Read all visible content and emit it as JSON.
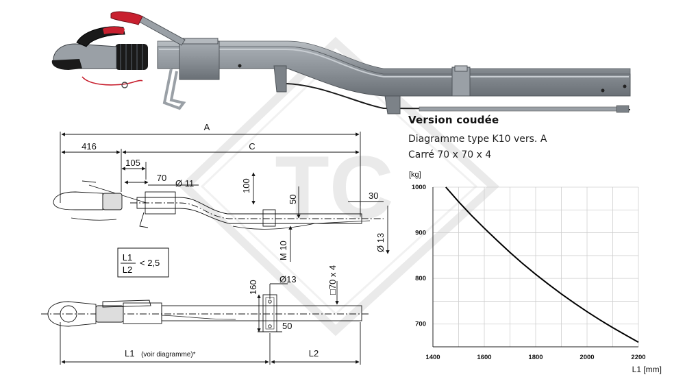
{
  "watermark": {
    "text": "TC",
    "color": "#d9d9d9"
  },
  "product_photo": {
    "colors": {
      "galvanized": "#8a9096",
      "dark": "#3b3f44",
      "handle_red": "#c8202f",
      "cable_red": "#c8202f",
      "black": "#1a1a1a"
    }
  },
  "header": {
    "title": "Version coudée",
    "line1": "Diagramme type K10 vers. A",
    "line2": "Carré 70 x 70 x 4"
  },
  "side_view": {
    "dim_A": "A",
    "dim_416": "416",
    "dim_C": "C",
    "dim_105": "105",
    "dim_70": "70",
    "dim_hole": "Ø 11",
    "dim_100": "100",
    "dim_50": "50",
    "dim_30": "30",
    "dim_m10": "M 10",
    "dim_13": "Ø 13"
  },
  "ratio_box": {
    "numerator": "L1",
    "denominator": "L2",
    "relation": "< 2,5"
  },
  "top_view": {
    "dim_160": "160",
    "dim_13": "Ø13",
    "dim_square": "□70 x 4",
    "dim_50": "50",
    "dim_L1": "L1",
    "dim_L1_note": "(voir diagramme)*",
    "dim_L2": "L2"
  },
  "chart_data": {
    "type": "line",
    "title": "",
    "ylabel": "[kg]",
    "xlabel": "L1 [mm]",
    "xlim": [
      1400,
      2200
    ],
    "ylim": [
      650,
      1000
    ],
    "x_ticks": [
      1400,
      1600,
      1800,
      2000,
      2200
    ],
    "y_ticks": [
      700,
      800,
      900,
      1000
    ],
    "grid": true,
    "series": [
      {
        "x": [
          1450,
          1500,
          1550,
          1600,
          1650,
          1700,
          1750,
          1800,
          1850,
          1900,
          1950,
          2000,
          2050,
          2100,
          2150,
          2200
        ],
        "values": [
          1000,
          968,
          938,
          910,
          883,
          857,
          832,
          809,
          787,
          766,
          746,
          727,
          709,
          692,
          676,
          660
        ],
        "color": "#000000"
      }
    ]
  }
}
